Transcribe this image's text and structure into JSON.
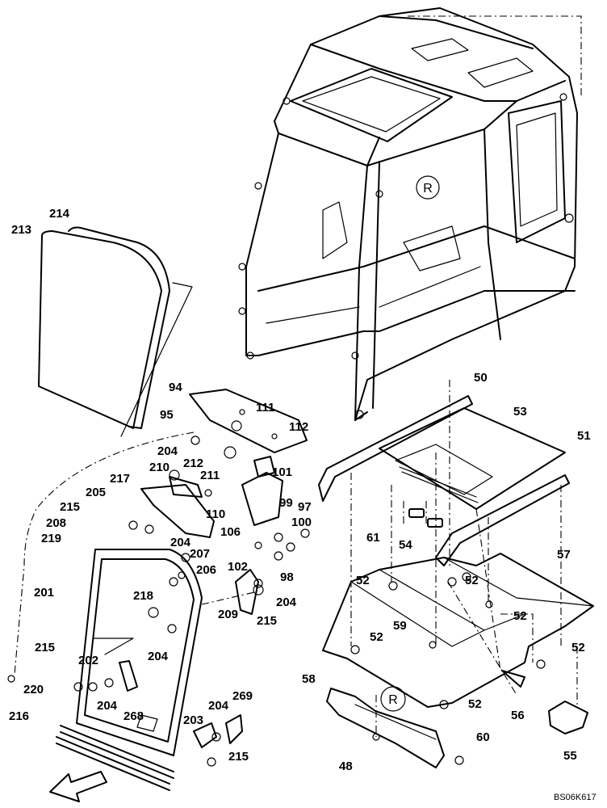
{
  "reference_mark": "R",
  "drawing_code": "BS06K617",
  "part_labels": {
    "p213": "213",
    "p214": "214",
    "p94": "94",
    "p95": "95",
    "p111": "111",
    "p112": "112",
    "p204a": "204",
    "p212": "212",
    "p210": "210",
    "p211": "211",
    "p217": "217",
    "p101": "101",
    "p205": "205",
    "p110": "110",
    "p99": "99",
    "p215a": "215",
    "p97": "97",
    "p208": "208",
    "p106": "106",
    "p100": "100",
    "p204b": "204",
    "p219": "219",
    "p207": "207",
    "p102": "102",
    "p206": "206",
    "p98": "98",
    "p201": "201",
    "p218": "218",
    "p204c": "204",
    "p215b": "215",
    "p209": "209",
    "p204d": "204",
    "p215c": "215",
    "p202": "202",
    "p204e": "204",
    "p268": "268",
    "p220": "220",
    "p269": "269",
    "p216": "216",
    "p204f": "204",
    "p203": "203",
    "p215d": "215",
    "p50": "50",
    "p53": "53",
    "p51": "51",
    "p61": "61",
    "p54": "54",
    "p57": "57",
    "p52a": "52",
    "p52b": "52",
    "p52c": "52",
    "p52d": "52",
    "p52e": "52",
    "p52f": "52",
    "p52g": "52",
    "p59": "59",
    "p58": "58",
    "p56": "56",
    "p60": "60",
    "p48": "48",
    "p55": "55"
  }
}
